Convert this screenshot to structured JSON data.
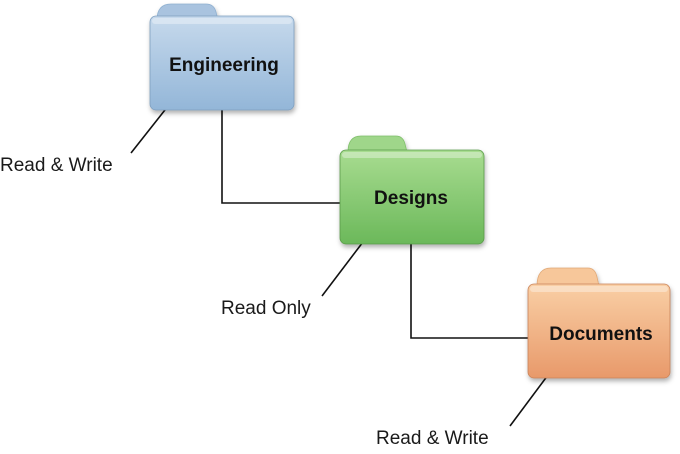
{
  "folders": [
    {
      "label": "Engineering",
      "permission": "Read & Write",
      "colors": {
        "tab": "#a9c3df",
        "top": "#c6d9ec",
        "bottom": "#93b6d8",
        "edge": "#7f9fbf"
      }
    },
    {
      "label": "Designs",
      "permission": "Read Only",
      "colors": {
        "tab": "#9fd68a",
        "top": "#a8dc90",
        "bottom": "#6bb85a",
        "edge": "#5a9a4a"
      }
    },
    {
      "label": "Documents",
      "permission": "Read & Write",
      "colors": {
        "tab": "#f7c79a",
        "top": "#f9cfa5",
        "bottom": "#e8996a",
        "edge": "#c9835a"
      }
    }
  ]
}
